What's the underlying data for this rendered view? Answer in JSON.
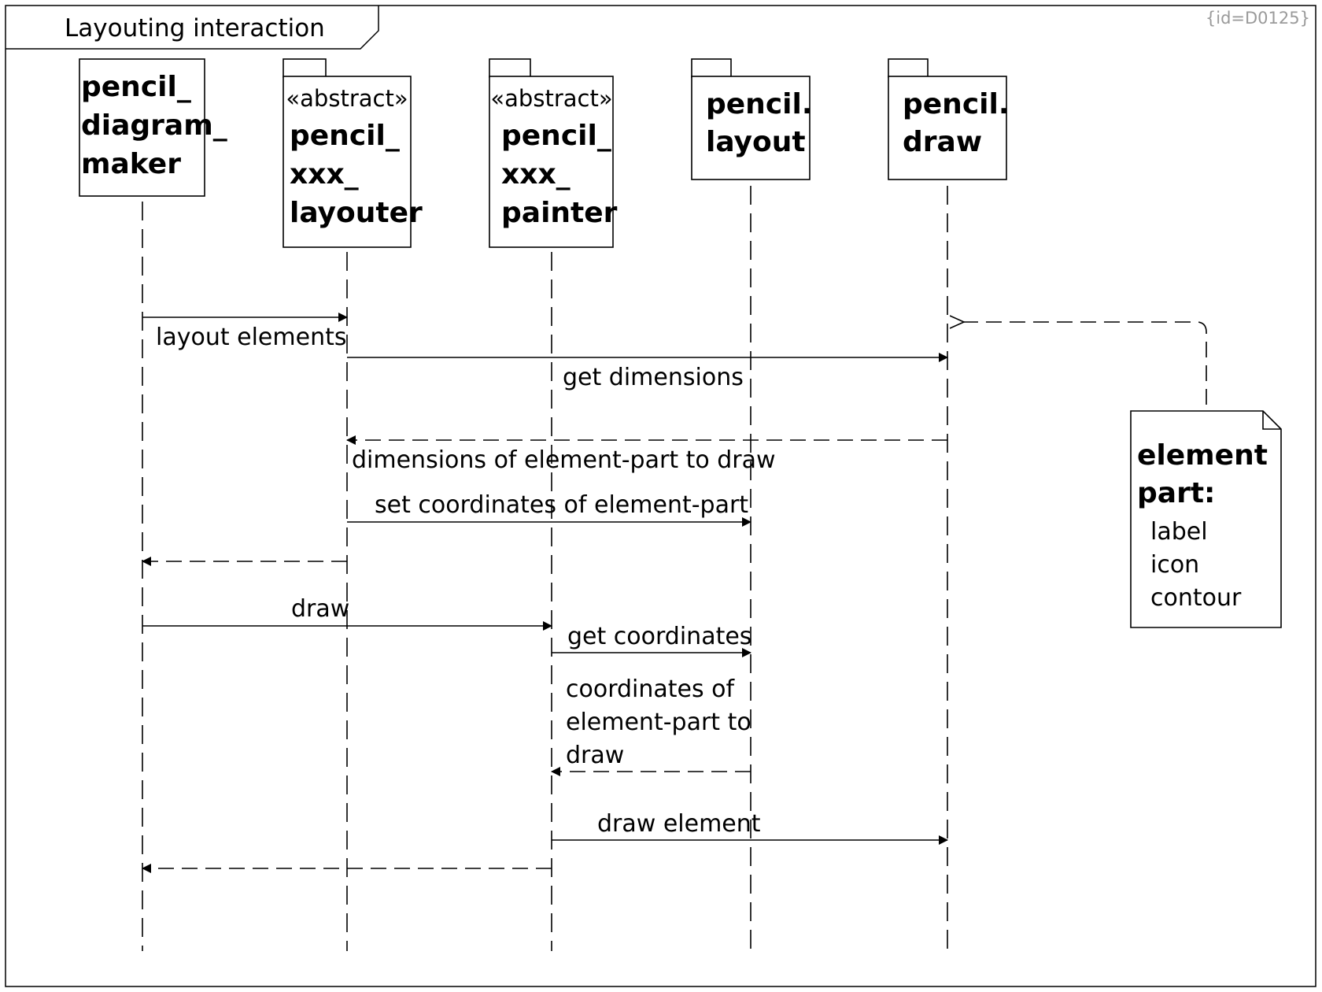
{
  "frame": {
    "title": "Layouting interaction",
    "id_tag": "{id=D0125}"
  },
  "participants": [
    {
      "key": "maker",
      "stereotype": "",
      "lines": [
        "pencil_",
        "diagram_",
        "maker"
      ]
    },
    {
      "key": "layouter",
      "stereotype": "«abstract»",
      "lines": [
        "pencil_",
        "xxx_",
        "layouter"
      ]
    },
    {
      "key": "painter",
      "stereotype": "«abstract»",
      "lines": [
        "pencil_",
        "xxx_",
        "painter"
      ]
    },
    {
      "key": "layout",
      "stereotype": "",
      "lines": [
        "pencil.",
        "layout"
      ]
    },
    {
      "key": "draw",
      "stereotype": "",
      "lines": [
        "pencil.",
        "draw"
      ]
    }
  ],
  "messages": [
    {
      "label": "layout elements",
      "from": "maker",
      "to": "layouter",
      "kind": "sync"
    },
    {
      "label": "get dimensions",
      "from": "layouter",
      "to": "draw",
      "kind": "sync"
    },
    {
      "label": "dimensions of element-part to draw",
      "from": "draw",
      "to": "layouter",
      "kind": "return"
    },
    {
      "label": "set coordinates of element-part",
      "from": "layouter",
      "to": "layout",
      "kind": "sync"
    },
    {
      "label": "",
      "from": "layouter",
      "to": "maker",
      "kind": "return"
    },
    {
      "label": "draw",
      "from": "maker",
      "to": "painter",
      "kind": "sync"
    },
    {
      "label": "get coordinates",
      "from": "painter",
      "to": "layout",
      "kind": "sync"
    },
    {
      "label": "coordinates of element-part to draw",
      "label_lines": [
        "coordinates of",
        "element-part to",
        "draw"
      ],
      "from": "layout",
      "to": "painter",
      "kind": "return"
    },
    {
      "label": "draw element",
      "from": "painter",
      "to": "draw",
      "kind": "sync"
    },
    {
      "label": "",
      "from": "painter",
      "to": "maker",
      "kind": "return"
    }
  ],
  "note": {
    "title_lines": [
      "element",
      "part:"
    ],
    "items": [
      "label",
      "icon",
      "contour"
    ]
  }
}
